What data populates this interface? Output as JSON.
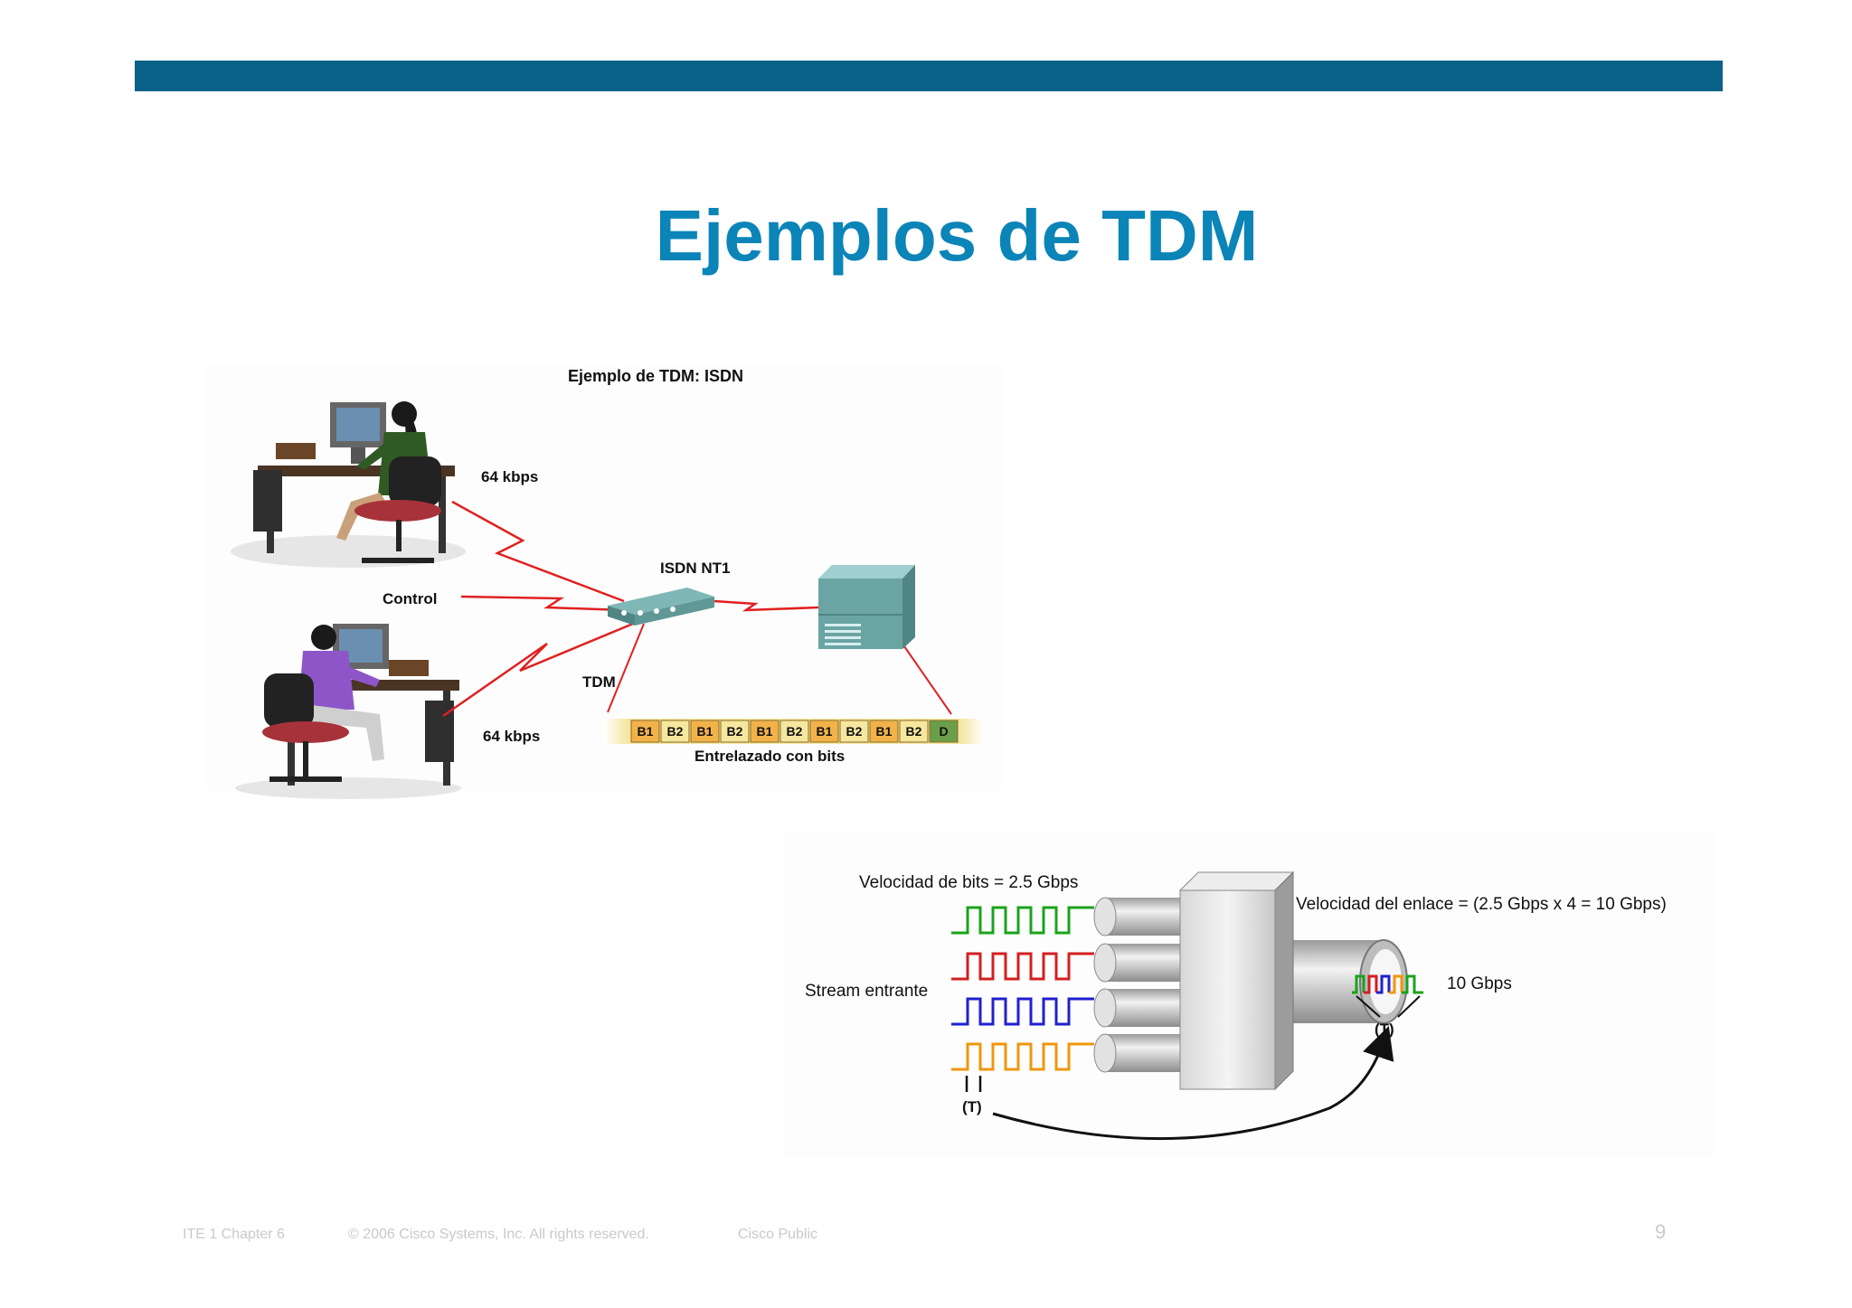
{
  "slide": {
    "title": "Ejemplos de TDM",
    "page_number": "9"
  },
  "isdn_figure": {
    "caption": "Ejemplo de TDM: ISDN",
    "rate_top": "64 kbps",
    "rate_bottom": "64 kbps",
    "control_label": "Control",
    "device_label": "ISDN NT1",
    "tdm_label": "TDM",
    "interleave_caption": "Entrelazado con bits",
    "slots": [
      "B1",
      "B2",
      "B1",
      "B2",
      "B1",
      "B2",
      "B1",
      "B2",
      "B1",
      "B2",
      "D"
    ]
  },
  "mux_figure": {
    "bit_rate_label": "Velocidad de bits = 2.5 Gbps",
    "link_rate_label": "Velocidad del enlace = (2.5 Gbps x 4 = 10 Gbps)",
    "stream_label": "Stream entrante",
    "output_rate": "10 Gbps",
    "period_label_in": "(T)",
    "period_label_out": "(T)",
    "stream_colors": [
      "#1aa31a",
      "#d41f1f",
      "#2020d0",
      "#f0960c"
    ]
  },
  "footer": {
    "course": "ITE 1 Chapter 6",
    "copyright": "© 2006 Cisco Systems, Inc. All rights reserved.",
    "classification": "Cisco Public"
  }
}
